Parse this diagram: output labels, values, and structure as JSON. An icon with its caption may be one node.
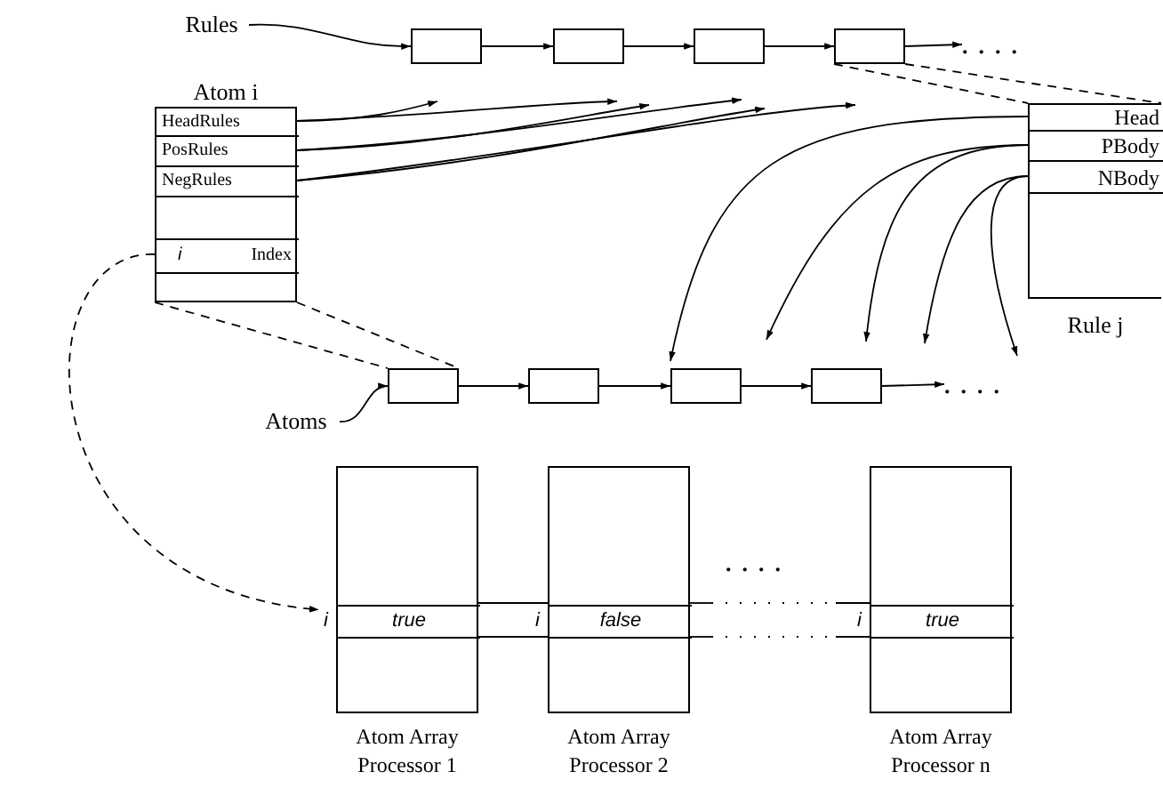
{
  "diagram": {
    "nodes": [
      {
        "text": [
          "Rules"
        ]
      },
      {
        "text": [],
        "shape": "box"
      },
      {
        "text": [],
        "shape": "box"
      },
      {
        "text": [],
        "shape": "box"
      },
      {
        "text": [],
        "shape": "box"
      },
      {
        "text": [
          "Atom i"
        ]
      },
      {
        "text": [
          "HeadRules"
        ],
        "in": 5
      },
      {
        "text": [
          "PosRules"
        ],
        "in": 5
      },
      {
        "text": [
          "NegRules"
        ],
        "in": 5
      },
      {
        "text": [
          "i",
          "Index"
        ],
        "in": 5
      },
      {
        "text": [
          "Rule j"
        ]
      },
      {
        "text": [
          "Head"
        ],
        "in": 10
      },
      {
        "text": [
          "PBody"
        ],
        "in": 10
      },
      {
        "text": [
          "NBody"
        ],
        "in": 10
      },
      {
        "text": [
          "Atoms"
        ]
      },
      {
        "text": [],
        "shape": "box"
      },
      {
        "text": [],
        "shape": "box"
      },
      {
        "text": [],
        "shape": "box"
      },
      {
        "text": [],
        "shape": "box"
      },
      {
        "text": [
          "Atom Array Processor 1"
        ]
      },
      {
        "text": [
          "true"
        ],
        "in": 19,
        "beside": [
          "i"
        ]
      },
      {
        "text": [
          "Atom Array Processor 2"
        ]
      },
      {
        "text": [
          "false"
        ],
        "in": 21,
        "beside": [
          "i"
        ]
      },
      {
        "text": [
          "Atom Array Processor n"
        ]
      },
      {
        "text": [
          "true"
        ],
        "in": 23,
        "beside": [
          "i"
        ]
      },
      {
        "text": [
          "...."
        ]
      },
      {
        "text": [
          "...."
        ]
      }
    ],
    "edges": [
      {
        "from": 0,
        "to": 1,
        "arrow": "to"
      },
      {
        "from": 1,
        "to": 2,
        "arrow": "to"
      },
      {
        "from": 2,
        "to": 3,
        "arrow": "to"
      },
      {
        "from": 3,
        "to": 4,
        "arrow": "to"
      },
      {
        "from": 4,
        "to": 25,
        "arrow": "to"
      },
      {
        "from": 4,
        "to": 10,
        "arrow": "none",
        "style": "dashed"
      },
      {
        "from": 4,
        "to": 10,
        "arrow": "none",
        "style": "dashed"
      },
      {
        "from": 6,
        "to": 1,
        "arrow": "to"
      },
      {
        "from": 6,
        "to": 2,
        "arrow": "to"
      },
      {
        "from": 7,
        "to": null,
        "arrow": "to"
      },
      {
        "from": 7,
        "to": 3,
        "arrow": "to"
      },
      {
        "from": 8,
        "to": null,
        "arrow": "to"
      },
      {
        "from": 8,
        "to": 4,
        "arrow": "to"
      },
      {
        "from": 11,
        "to": 17,
        "arrow": "to"
      },
      {
        "from": 12,
        "to": 17,
        "arrow": "to"
      },
      {
        "from": 12,
        "to": 18,
        "arrow": "to"
      },
      {
        "from": 13,
        "to": 26,
        "arrow": "to"
      },
      {
        "from": 13,
        "to": 26,
        "arrow": "to"
      },
      {
        "from": 5,
        "to": 15,
        "arrow": "none",
        "style": "dashed"
      },
      {
        "from": 5,
        "to": 15,
        "arrow": "none",
        "style": "dashed"
      },
      {
        "from": 14,
        "to": 15,
        "arrow": "to"
      },
      {
        "from": 15,
        "to": 16,
        "arrow": "to"
      },
      {
        "from": 16,
        "to": 17,
        "arrow": "to"
      },
      {
        "from": 17,
        "to": 18,
        "arrow": "to"
      },
      {
        "from": 18,
        "to": 26,
        "arrow": "to"
      },
      {
        "from": 9,
        "to": 20,
        "arrow": "to",
        "style": "dashed"
      }
    ],
    "labels": [
      "...."
    ]
  }
}
